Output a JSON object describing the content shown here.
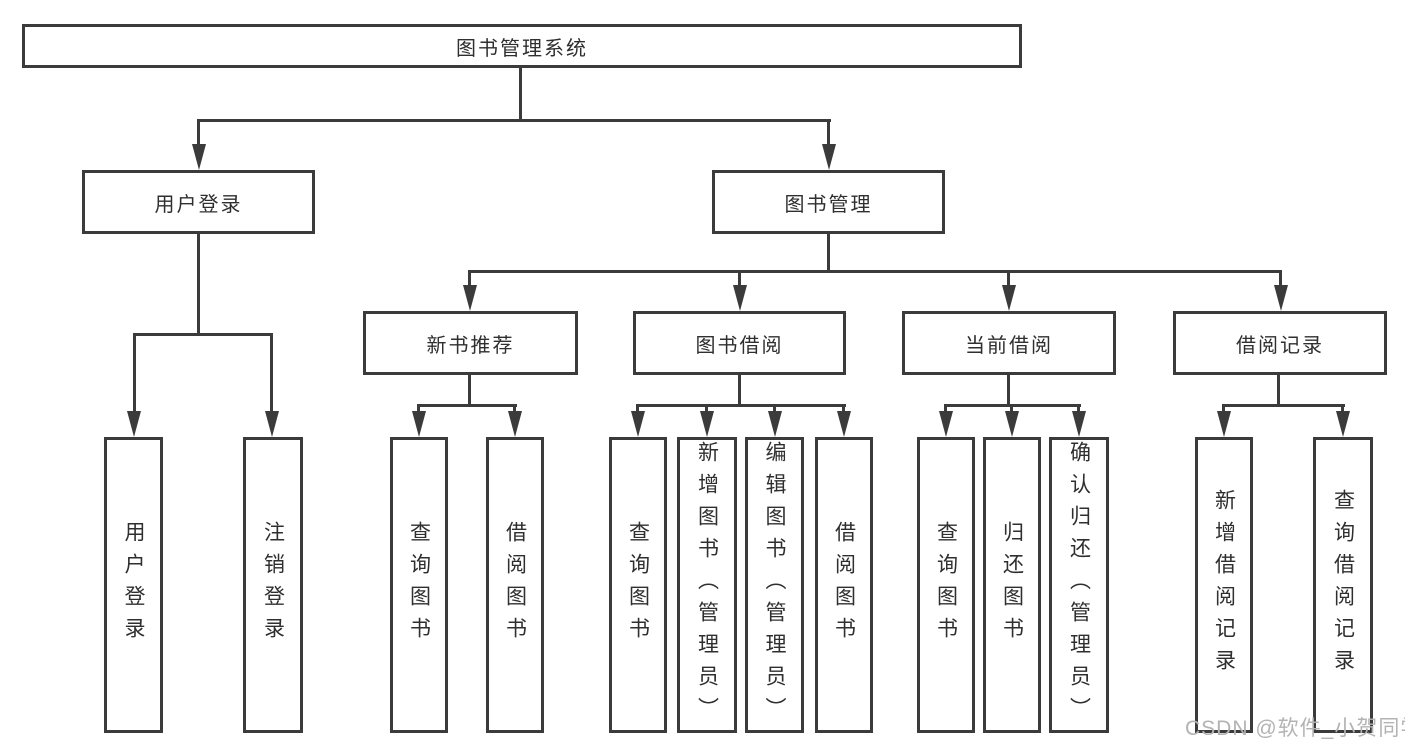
{
  "diagram": {
    "title": "图书管理系统",
    "branches": [
      {
        "label": "用户登录",
        "children": [
          "用户登录",
          "注销登录"
        ]
      },
      {
        "label": "图书管理",
        "sections": [
          {
            "label": "新书推荐",
            "children": [
              "查询图书",
              "借阅图书"
            ]
          },
          {
            "label": "图书借阅",
            "children": [
              "查询图书",
              "新增图书（管理员）",
              "编辑图书（管理员）",
              "借阅图书"
            ]
          },
          {
            "label": "当前借阅",
            "children": [
              "查询图书",
              "归还图书",
              "确认归还（管理员）"
            ]
          },
          {
            "label": "借阅记录",
            "children": [
              "新增借阅记录",
              "查询借阅记录"
            ]
          }
        ]
      }
    ],
    "watermark": "CSDN @软件_小贺同学",
    "colors": {
      "line": "#3b3b3b",
      "text": "#2f2f2f",
      "watermark": "#b3b3b3"
    }
  }
}
